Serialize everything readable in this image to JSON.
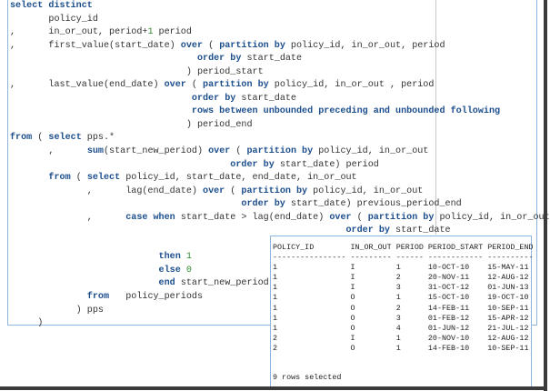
{
  "code": {
    "lines": [
      [
        {
          "t": "select distinct",
          "k": 1
        }
      ],
      [
        {
          "t": "       policy_id"
        }
      ],
      [
        {
          "t": ",      in_or_out, period+"
        },
        {
          "t": "1",
          "n": 1
        },
        {
          "t": " period"
        }
      ],
      [
        {
          "t": ",      first_value(start_date) "
        },
        {
          "t": "over",
          "k": 1
        },
        {
          "t": " ( "
        },
        {
          "t": "partition by",
          "k": 1
        },
        {
          "t": " policy_id, in_or_out, period"
        }
      ],
      [
        {
          "t": "                                  "
        },
        {
          "t": "order by",
          "k": 1
        },
        {
          "t": " start_date"
        }
      ],
      [
        {
          "t": "                                ) period_start"
        }
      ],
      [
        {
          "t": ",      last_value(end_date) "
        },
        {
          "t": "over",
          "k": 1
        },
        {
          "t": " ( "
        },
        {
          "t": "partition by",
          "k": 1
        },
        {
          "t": " policy_id, in_or_out , period"
        }
      ],
      [
        {
          "t": "                                 "
        },
        {
          "t": "order by",
          "k": 1
        },
        {
          "t": " start_date"
        }
      ],
      [
        {
          "t": "                                 "
        },
        {
          "t": "rows between unbounded preceding and unbounded following",
          "k": 1
        }
      ],
      [
        {
          "t": "                                ) period_end"
        }
      ],
      [
        {
          "t": "from",
          "k": 1
        },
        {
          "t": " ( "
        },
        {
          "t": "select",
          "k": 1
        },
        {
          "t": " pps.*"
        }
      ],
      [
        {
          "t": "       ,      "
        },
        {
          "t": "sum",
          "k": 1
        },
        {
          "t": "(start_new_period) "
        },
        {
          "t": "over",
          "k": 1
        },
        {
          "t": " ( "
        },
        {
          "t": "partition by",
          "k": 1
        },
        {
          "t": " policy_id, in_or_out"
        }
      ],
      [
        {
          "t": "                                        "
        },
        {
          "t": "order by",
          "k": 1
        },
        {
          "t": " start_date) period"
        }
      ],
      [
        {
          "t": "       "
        },
        {
          "t": "from",
          "k": 1
        },
        {
          "t": " ( "
        },
        {
          "t": "select",
          "k": 1
        },
        {
          "t": " policy_id, start_date, end_date, in_or_out"
        }
      ],
      [
        {
          "t": "              ,      lag(end_date) "
        },
        {
          "t": "over",
          "k": 1
        },
        {
          "t": " ( "
        },
        {
          "t": "partition by",
          "k": 1
        },
        {
          "t": " policy_id, in_or_out"
        }
      ],
      [
        {
          "t": "                                          "
        },
        {
          "t": "order by",
          "k": 1
        },
        {
          "t": " start_date) previous_period_end"
        }
      ],
      [
        {
          "t": "              ,      "
        },
        {
          "t": "case when",
          "k": 1
        },
        {
          "t": " start_date > lag(end_date) "
        },
        {
          "t": "over",
          "k": 1
        },
        {
          "t": " ( "
        },
        {
          "t": "partition by",
          "k": 1
        },
        {
          "t": " policy_id, in_or_out"
        }
      ],
      [
        {
          "t": "                                                             "
        },
        {
          "t": "order by",
          "k": 1
        },
        {
          "t": " start_date"
        }
      ],
      [
        {
          "t": "                                                           )"
        }
      ],
      [
        {
          "t": "                           "
        },
        {
          "t": "then",
          "k": 1
        },
        {
          "t": " "
        },
        {
          "t": "1",
          "n": 1
        }
      ],
      [
        {
          "t": "                           "
        },
        {
          "t": "else",
          "k": 1
        },
        {
          "t": " "
        },
        {
          "t": "0",
          "n": 1
        }
      ],
      [
        {
          "t": "                           "
        },
        {
          "t": "end",
          "k": 1
        },
        {
          "t": " start_new_period"
        }
      ],
      [
        {
          "t": "              "
        },
        {
          "t": "from",
          "k": 1
        },
        {
          "t": "   policy_periods"
        }
      ],
      [
        {
          "t": "            ) pps"
        }
      ],
      [
        {
          "t": "     )"
        }
      ]
    ]
  },
  "result": {
    "columns": [
      "POLICY_ID",
      "IN_OR_OUT",
      "PERIOD",
      "PERIOD_START",
      "PERIOD_END"
    ],
    "rows": [
      [
        "1",
        "I",
        "1",
        "10-OCT-10",
        "15-MAY-11"
      ],
      [
        "1",
        "I",
        "2",
        "20-NOV-11",
        "12-AUG-12"
      ],
      [
        "1",
        "I",
        "3",
        "31-OCT-12",
        "01-JUN-13"
      ],
      [
        "1",
        "O",
        "1",
        "15-OCT-10",
        "19-OCT-10"
      ],
      [
        "1",
        "O",
        "2",
        "14-FEB-11",
        "10-SEP-11"
      ],
      [
        "1",
        "O",
        "3",
        "01-FEB-12",
        "15-APR-12"
      ],
      [
        "1",
        "O",
        "4",
        "01-JUN-12",
        "21-JUL-12"
      ],
      [
        "2",
        "I",
        "1",
        "20-NOV-10",
        "12-AUG-12"
      ],
      [
        "2",
        "O",
        "1",
        "14-FEB-10",
        "10-SEP-11"
      ]
    ],
    "footer": "9 rows selected"
  },
  "colors": {
    "keyword": "#1c4e8c",
    "number": "#2f8a2f",
    "border": "#8db5dd"
  }
}
